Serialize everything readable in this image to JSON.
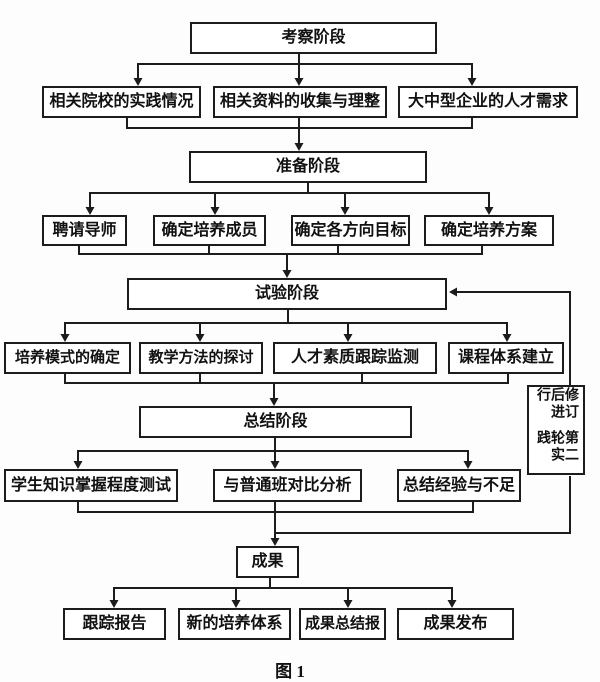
{
  "figure": {
    "caption": "图 1"
  },
  "nodes": {
    "survey-phase": "考察阶段",
    "college-practice": "相关院校的实践情况",
    "data-collection": "相关资料的收集与理整",
    "enterprise-demand": "大中型企业的人才需求",
    "prepare-phase": "准备阶段",
    "hire-mentors": "聘请导师",
    "confirm-members": "确定培养成员",
    "confirm-goals": "确定各方向目标",
    "confirm-plan": "确定培养方案",
    "experiment-phase": "试验阶段",
    "training-mode": "培养模式的确定",
    "teaching-methods": "教学方法的探讨",
    "quality-tracking": "人才素质跟踪监测",
    "curriculum-system": "课程体系建立",
    "summary-phase": "总结阶段",
    "knowledge-test": "学生知识掌握程度测试",
    "comparison-analysis": "与普通班对比分析",
    "experience-summary": "总结经验与不足",
    "results": "成果",
    "tracking-report": "跟踪报告",
    "new-training-system": "新的培养体系",
    "results-summary-report": "成果总结报",
    "results-release": "成果发布"
  },
  "feedback_box": {
    "column_right": "修订后进行",
    "column_left": "第二轮实践"
  },
  "colors": {
    "line": "#1c1c1c",
    "text": "#111111",
    "background": "#fdfdfd",
    "box_fill": "#ffffff"
  }
}
